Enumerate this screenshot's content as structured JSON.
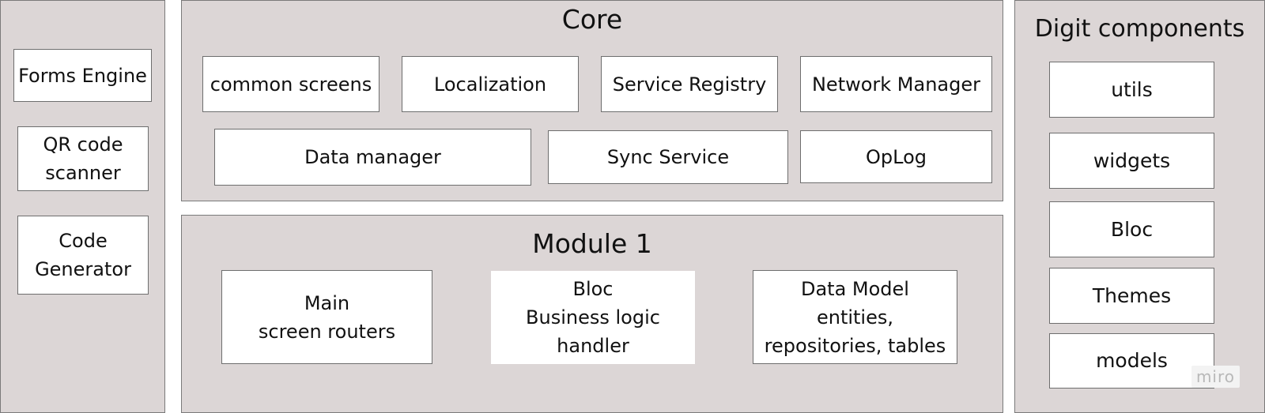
{
  "left_panel": {
    "items": [
      "Forms Engine",
      "QR code\nscanner",
      "Code\nGenerator"
    ]
  },
  "core": {
    "title": "Core",
    "row1": [
      "common screens",
      "Localization",
      "Service Registry",
      "Network Manager"
    ],
    "row2": [
      "Data manager",
      "Sync Service",
      "OpLog"
    ]
  },
  "module": {
    "title": "Module 1",
    "items": [
      "Main\nscreen routers",
      "Bloc\nBusiness logic\nhandler",
      "Data Model\nentities,\nrepositories, tables"
    ]
  },
  "digit": {
    "title": "Digit components",
    "items": [
      "utils",
      "widgets",
      "Bloc",
      "Themes",
      "models"
    ]
  },
  "watermark": "miro",
  "colors": {
    "panel_fill": "#dcd6d6",
    "box_fill": "#ffffff",
    "border": "#6e6e6e"
  }
}
